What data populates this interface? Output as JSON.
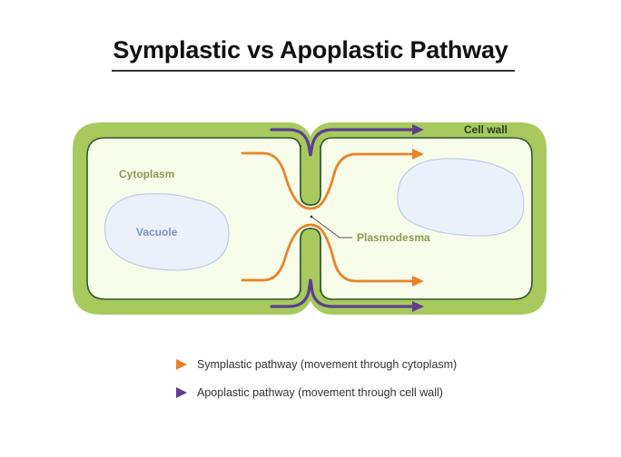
{
  "title": "Symplastic vs Apoplastic Pathway",
  "labels": {
    "cell_wall": "Cell wall",
    "cytoplasm": "Cytoplasm",
    "vacuole": "Vacuole",
    "plasmodesma": "Plasmodesma"
  },
  "legend": [
    {
      "pathway": "symplastic",
      "text": "Symplastic pathway (movement through cytoplasm)",
      "color": "#E8832A"
    },
    {
      "pathway": "apoplastic",
      "text": "Apoplastic pathway (movement through cell wall)",
      "color": "#5B3F8F"
    }
  ],
  "colors": {
    "cell_wall": "#A8C95E",
    "membrane": "#2F5A2A",
    "cytoplasm": "#F8FDEA",
    "vacuole_fill": "#EAF1FB",
    "vacuole_stroke": "#C3CCEA",
    "symplastic": "#E8832A",
    "apoplastic": "#5B3F8F",
    "label_green": "#8A9A55",
    "label_vacuole": "#7F93C2",
    "label_dark": "#2E3A22"
  }
}
